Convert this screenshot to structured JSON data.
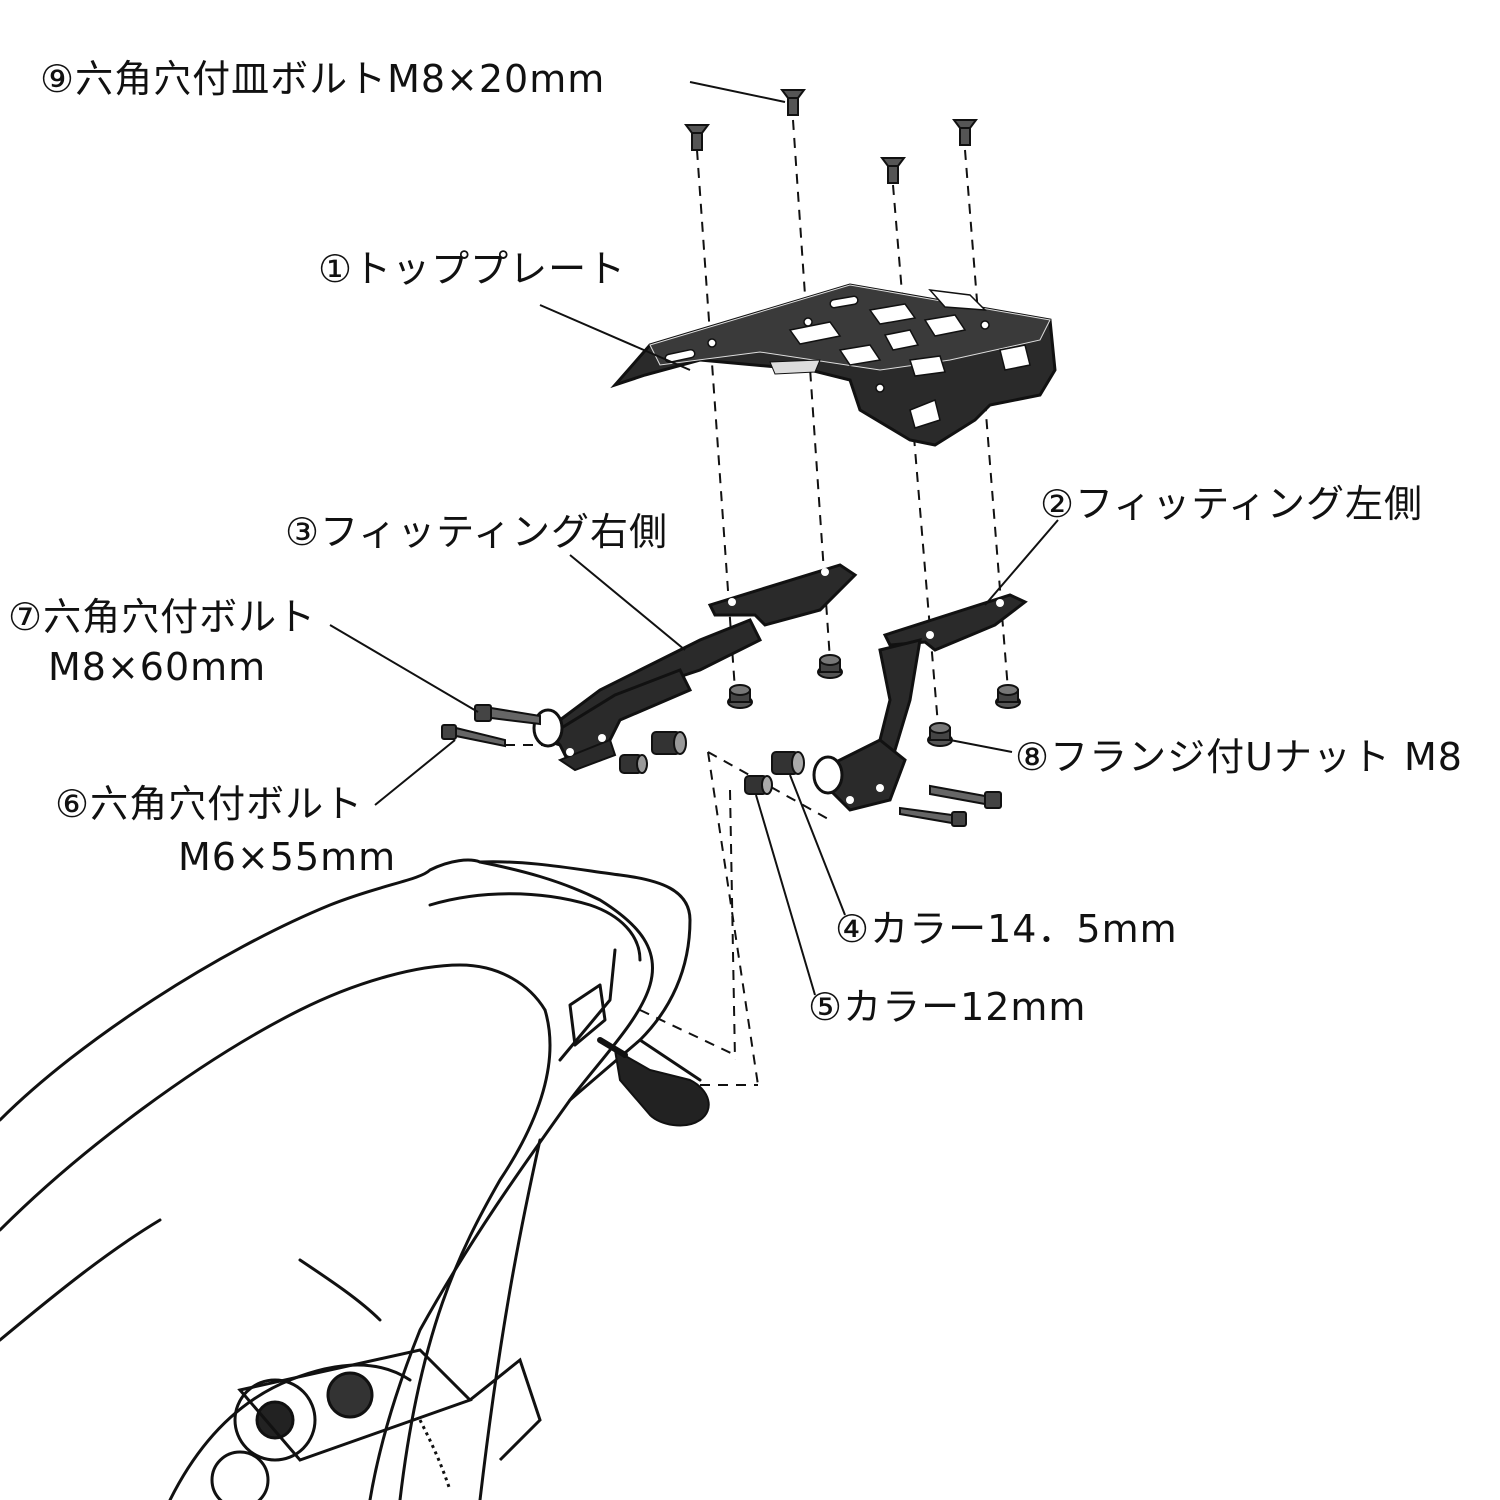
{
  "labels": {
    "p1": "①トッププレート",
    "p2": "②フィッティング左側",
    "p3": "③フィッティング右側",
    "p4": "④カラー14．5mm",
    "p5": "⑤カラー12mm",
    "p6": "⑥六角穴付ボルト",
    "p6_size": "M6×55mm",
    "p7": "⑦六角穴付ボルト",
    "p7_size": "M8×60mm",
    "p8": "⑧フランジ付Uナット M8",
    "p9": "⑨六角穴付皿ボルトM8×20mm"
  },
  "colors": {
    "ink": "#111111",
    "part_fill": "#2a2a2a",
    "paper": "#ffffff"
  }
}
